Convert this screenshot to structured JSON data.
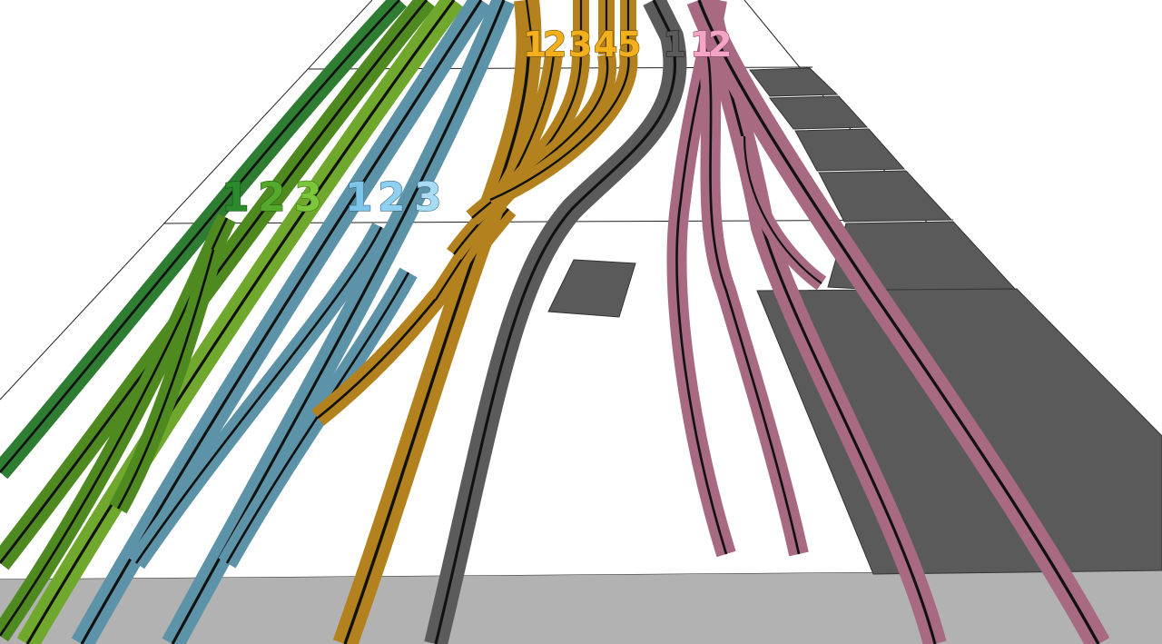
{
  "colors": {
    "background": "#ffffff",
    "road_gray": "#b2b2b2",
    "platform_dark": "#5a5a5a",
    "green_dark": "#2e7d32",
    "green_mid": "#4e8a1f",
    "green_light": "#6fa82d",
    "blue": "#5d93a8",
    "orange": "#b3811d",
    "gray_track": "#5b5b5b",
    "pink": "#a86a82",
    "rail": "#111111"
  },
  "track_groups": [
    {
      "id": "green",
      "labels": [
        "1",
        "2",
        "3"
      ],
      "label_colors": [
        "#2b8a2b",
        "#54a82b",
        "#7cc63c"
      ],
      "stroke": "#1c5a1c"
    },
    {
      "id": "blue",
      "labels": [
        "1",
        "2",
        "3"
      ],
      "label_colors": [
        "#7cc4e8",
        "#8fd0f0",
        "#a8dcf5"
      ],
      "stroke": "#3a6a88"
    },
    {
      "id": "orange",
      "labels": [
        "1",
        "2",
        "3",
        "4",
        "5"
      ],
      "label_colors": [
        "#f2b01e",
        "#f2b01e",
        "#f2b01e",
        "#f2b01e",
        "#f2b01e"
      ],
      "stroke": "#7a5200"
    },
    {
      "id": "gray",
      "labels": [
        "1"
      ],
      "label_colors": [
        "#5a5a5a"
      ],
      "stroke": "#333333"
    },
    {
      "id": "pink",
      "labels": [
        "1",
        "2"
      ],
      "label_colors": [
        "#f4a5c6",
        "#f4a5c6"
      ],
      "stroke": "#8a4a64"
    }
  ]
}
